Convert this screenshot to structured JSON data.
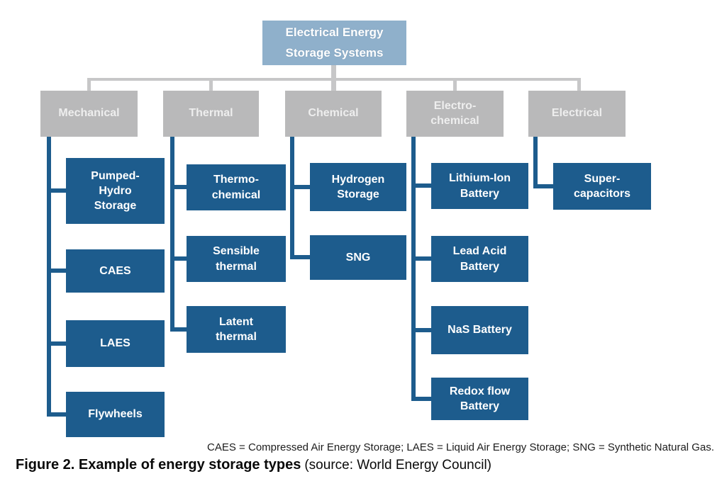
{
  "colors": {
    "root_box": "#8fb0cb",
    "category_box": "#b9b9ba",
    "leaf_box": "#1d5c8d",
    "connector_gray": "#c7c7c8",
    "connector_blue": "#1d5c8d",
    "box_text": "#ffffff",
    "category_text": "#eeeeee"
  },
  "root": {
    "label": "Electrical Energy\nStorage Systems"
  },
  "categories": [
    {
      "label": "Mechanical",
      "children": [
        {
          "label": "Pumped-\nHydro\nStorage"
        },
        {
          "label": "CAES"
        },
        {
          "label": "LAES"
        },
        {
          "label": "Flywheels"
        }
      ]
    },
    {
      "label": "Thermal",
      "children": [
        {
          "label": "Thermo-\nchemical"
        },
        {
          "label": "Sensible\nthermal"
        },
        {
          "label": "Latent\nthermal"
        }
      ]
    },
    {
      "label": "Chemical",
      "children": [
        {
          "label": "Hydrogen\nStorage"
        },
        {
          "label": "SNG"
        }
      ]
    },
    {
      "label": "Electro-\nchemical",
      "children": [
        {
          "label": "Lithium-Ion\nBattery"
        },
        {
          "label": "Lead Acid\nBattery"
        },
        {
          "label": "NaS Battery"
        },
        {
          "label": "Redox flow\nBattery"
        }
      ]
    },
    {
      "label": "Electrical",
      "children": [
        {
          "label": "Super-\ncapacitors"
        }
      ]
    }
  ],
  "footnote": "CAES = Compressed Air Energy Storage; LAES = Liquid Air Energy Storage; SNG = Synthetic Natural Gas.",
  "caption": {
    "bold": "Figure 2. Example of energy storage types",
    "normal": "(source: World Energy Council)"
  }
}
